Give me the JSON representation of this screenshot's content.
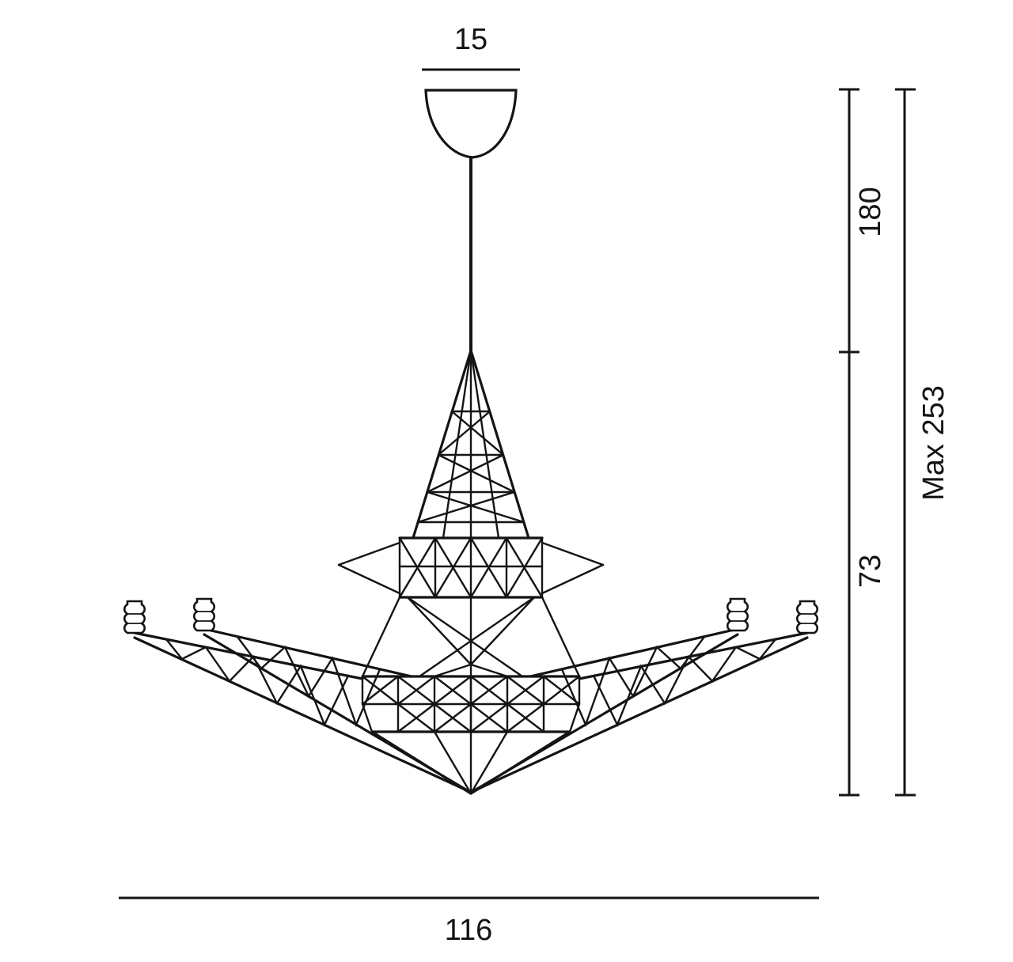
{
  "page": {
    "background": "#ffffff",
    "line_color": "#141414"
  },
  "drawing": {
    "type": "dimensioned-line-drawing",
    "subject": "truss chandelier pendant lamp",
    "dimensions": {
      "canopy_width": "15",
      "suspension_height": "180",
      "max_height": "Max 253",
      "fixture_height": "73",
      "fixture_width": "116"
    }
  }
}
